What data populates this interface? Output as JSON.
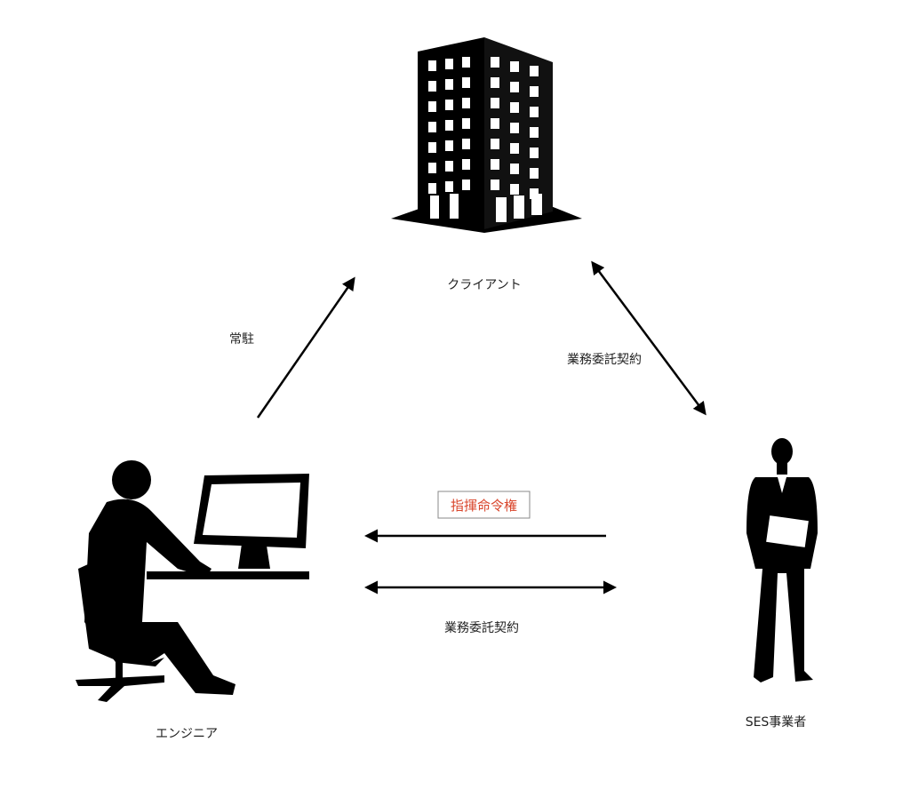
{
  "nodes": {
    "client": "クライアント",
    "engineer": "エンジニア",
    "ses": "SES事業者"
  },
  "edges": {
    "engineer_to_client": "常駐",
    "client_ses_contract": "業務委託契約",
    "command_authority": "指揮命令権",
    "engineer_ses_contract": "業務委託契約"
  },
  "colors": {
    "accent": "#d9452b",
    "ink": "#000000"
  }
}
